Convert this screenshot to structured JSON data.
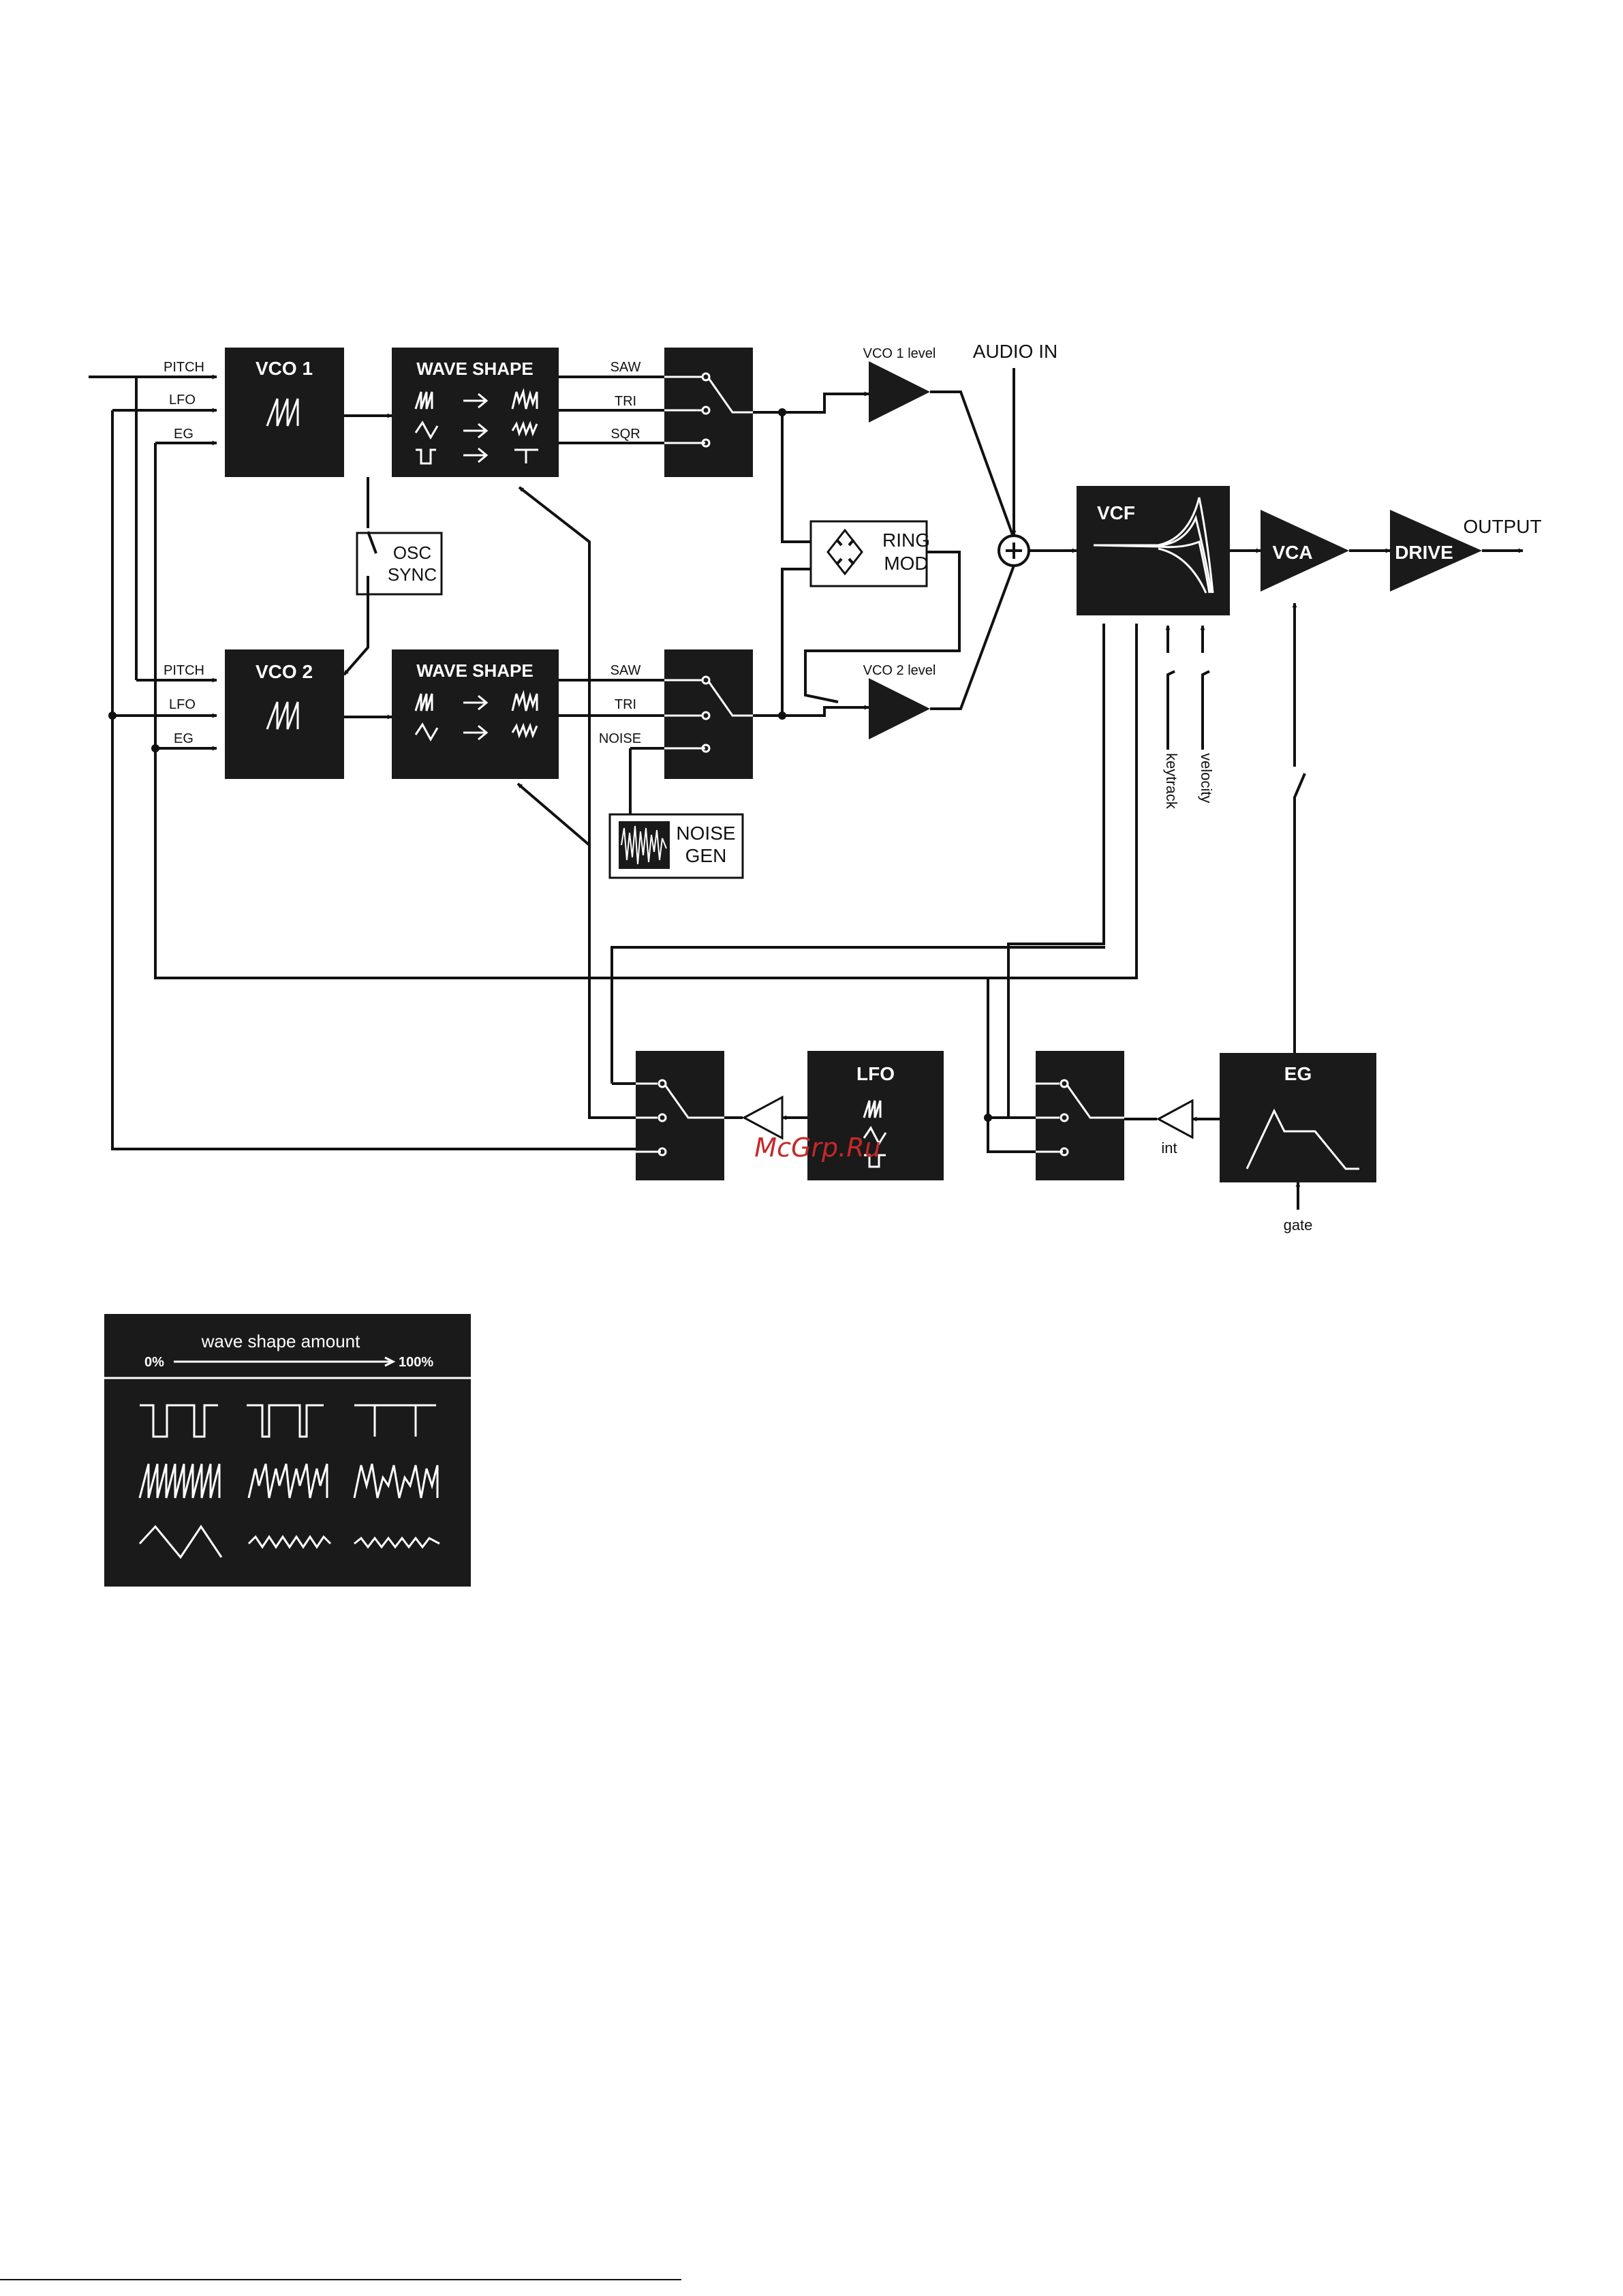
{
  "blocks": {
    "vco1": "VCO 1",
    "vco2": "VCO 2",
    "wave_shape_1": "WAVE SHAPE",
    "wave_shape_2": "WAVE SHAPE",
    "vcf": "VCF",
    "vca": "VCA",
    "drive": "DRIVE",
    "lfo": "LFO",
    "eg": "EG",
    "osc_sync": [
      "OSC",
      "SYNC"
    ],
    "ring_mod": [
      "RING",
      "MOD"
    ],
    "noise_gen": [
      "NOISE",
      "GEN"
    ]
  },
  "inputs": {
    "vco1": [
      "PITCH",
      "LFO",
      "EG"
    ],
    "vco2": [
      "PITCH",
      "LFO",
      "EG"
    ]
  },
  "switch_labels": {
    "vco1": [
      "SAW",
      "TRI",
      "SQR"
    ],
    "vco2": [
      "SAW",
      "TRI",
      "NOISE"
    ]
  },
  "levels": {
    "vco1": "VCO 1 level",
    "vco2": "VCO 2 level",
    "int": "int"
  },
  "io": {
    "audio_in": "AUDIO IN",
    "output": "OUTPUT",
    "gate": "gate",
    "keytrack": "keytrack",
    "velocity": "velocity"
  },
  "inset": {
    "title": "wave shape amount",
    "start": "0%",
    "end": "100%"
  },
  "watermark": "McGrp.Ru",
  "colors": {
    "block": "#1a1a1a",
    "wire": "#111111",
    "watermark": "#c62828"
  }
}
